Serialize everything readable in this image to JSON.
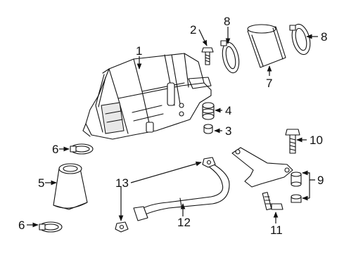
{
  "callouts": {
    "c1": "1",
    "c2": "2",
    "c3": "3",
    "c4": "4",
    "c5": "5",
    "c6a": "6",
    "c6b": "6",
    "c7": "7",
    "c8a": "8",
    "c8b": "8",
    "c9": "9",
    "c10": "10",
    "c11": "11",
    "c12": "12",
    "c13": "13"
  }
}
